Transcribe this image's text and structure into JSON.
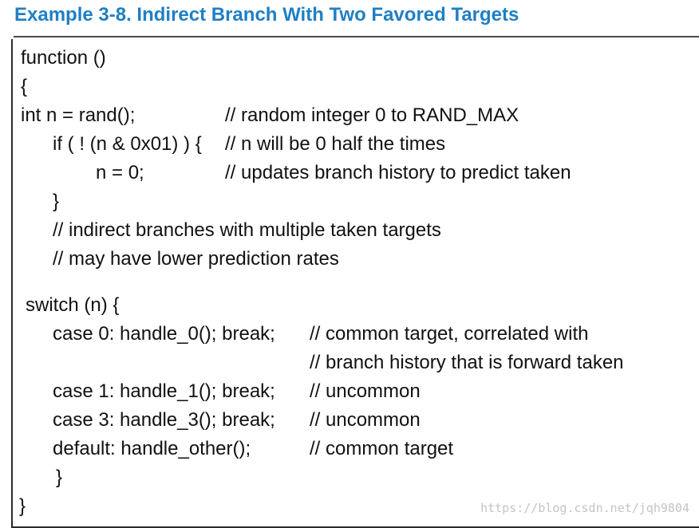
{
  "heading": "Example 3-8.  Indirect Branch With Two Favored Targets",
  "code": [
    {
      "code": "function ()",
      "comment": ""
    },
    {
      "code": "{",
      "comment": ""
    },
    {
      "code": "int n = rand();",
      "comment": "// random integer 0 to RAND_MAX"
    },
    {
      "code": "if ( ! (n & 0x01) ) {",
      "comment": "// n will be 0 half the times"
    },
    {
      "code": "n = 0;",
      "comment": "// updates branch history to predict taken"
    },
    {
      "code": "}",
      "comment": ""
    },
    {
      "code": "// indirect branches with multiple taken targets",
      "comment": ""
    },
    {
      "code": "// may have lower prediction rates",
      "comment": ""
    },
    {
      "code": "switch (n) {",
      "comment": ""
    },
    {
      "code": "case 0: handle_0(); break;",
      "comment": "// common target, correlated with"
    },
    {
      "code": "",
      "comment": "// branch history that is forward taken"
    },
    {
      "code": "case 1: handle_1(); break;",
      "comment": "// uncommon"
    },
    {
      "code": "case 3: handle_3(); break;",
      "comment": "// uncommon"
    },
    {
      "code": "default: handle_other();",
      "comment": "// common target"
    },
    {
      "code": "}",
      "comment": ""
    },
    {
      "code": "}",
      "comment": ""
    }
  ],
  "watermark": "https://blog.csdn.net/jqh9804"
}
